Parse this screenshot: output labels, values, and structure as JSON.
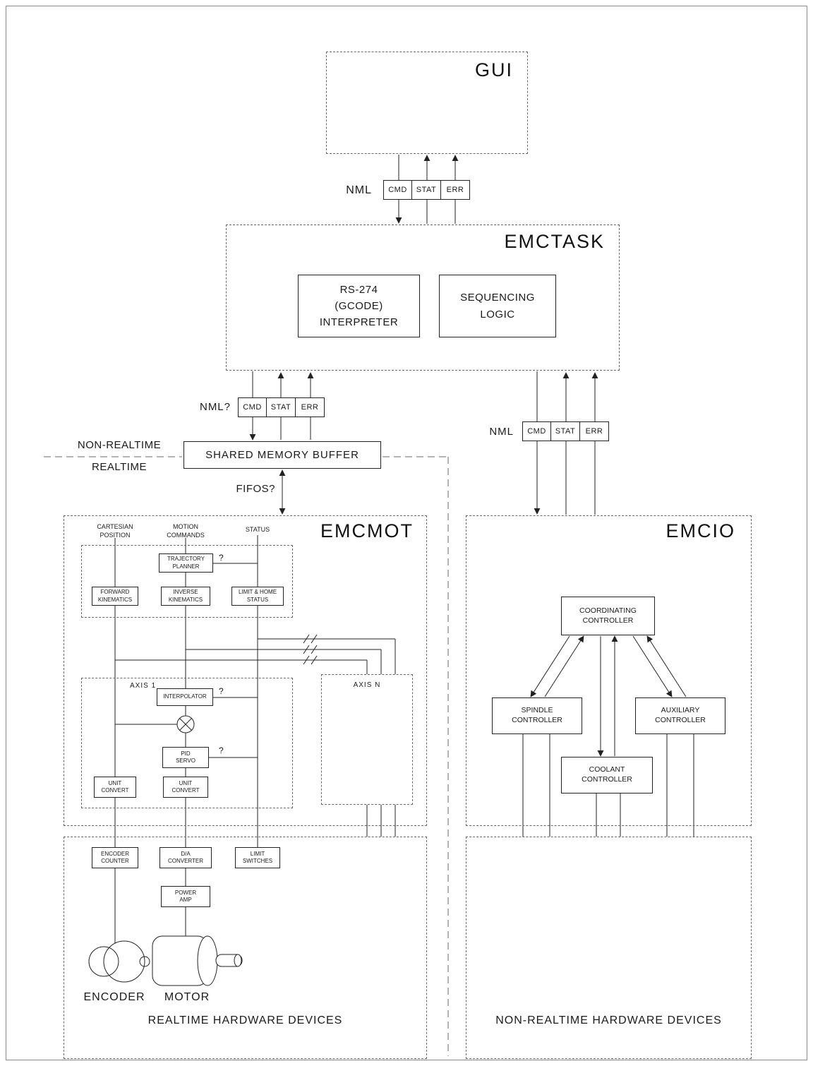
{
  "gui": {
    "title": "GUI"
  },
  "nml_top": {
    "label": "NML",
    "channels": [
      "CMD",
      "STAT",
      "ERR"
    ]
  },
  "emctask": {
    "title": "EMCTASK",
    "interpreter": "RS-274\n(GCODE)\nINTERPRETER",
    "sequencing": "SEQUENCING\nLOGIC"
  },
  "nml_left": {
    "label": "NML?",
    "channels": [
      "CMD",
      "STAT",
      "ERR"
    ]
  },
  "nml_right": {
    "label": "NML",
    "channels": [
      "CMD",
      "STAT",
      "ERR"
    ]
  },
  "buffer": {
    "label": "SHARED MEMORY BUFFER"
  },
  "boundary": {
    "above": "NON-REALTIME",
    "below": "REALTIME"
  },
  "fifos": {
    "label": "FIFOS?"
  },
  "emcmot": {
    "title": "EMCMOT",
    "col_cartesian": "CARTESIAN\nPOSITION",
    "col_motion": "MOTION\nCOMMANDS",
    "col_status": "STATUS",
    "trajectory_planner": "TRAJECTORY\nPLANNER",
    "forward_kinematics": "FORWARD\nKINEMATICS",
    "inverse_kinematics": "INVERSE\nKINEMATICS",
    "limit_home_status": "LIMIT & HOME\nSTATUS",
    "question": "?",
    "axis1_label": "AXIS 1",
    "interpolator": "INTERPOLATOR",
    "pid_servo": "PID\nSERVO",
    "unit_convert": "UNIT\nCONVERT",
    "axisn_label": "AXIS N"
  },
  "realtime_hw": {
    "title": "REALTIME HARDWARE DEVICES",
    "encoder_counter": "ENCODER\nCOUNTER",
    "da_converter": "D/A\nCONVERTER",
    "limit_switches": "LIMIT\nSWITCHES",
    "power_amp": "POWER\nAMP",
    "encoder_label": "ENCODER",
    "motor_label": "MOTOR"
  },
  "emcio": {
    "title": "EMCIO",
    "coordinating": "COORDINATING\nCONTROLLER",
    "spindle": "SPINDLE\nCONTROLLER",
    "auxiliary": "AUXILIARY\nCONTROLLER",
    "coolant": "COOLANT\nCONTROLLER"
  },
  "nonrealtime_hw": {
    "title": "NON-REALTIME HARDWARE DEVICES"
  },
  "colors": {
    "line": "#222222",
    "dash": "#6a6a6a"
  }
}
